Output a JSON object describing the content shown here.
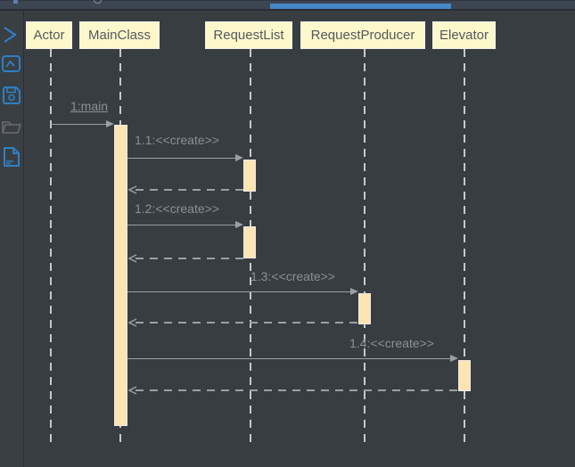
{
  "window": {
    "topbar": {
      "active_tab_indicator_color": "#4587c6"
    }
  },
  "sidebar": {
    "icon_color": "#2e80c4",
    "folder_icon_color": "#63686d",
    "icons": [
      {
        "name": "chevron-right-icon"
      },
      {
        "name": "export-image-icon"
      },
      {
        "name": "save-icon"
      },
      {
        "name": "folder-icon"
      },
      {
        "name": "export-xml-icon"
      }
    ]
  },
  "diagram": {
    "type": "uml-sequence",
    "participants": [
      {
        "name": "Actor"
      },
      {
        "name": "MainClass"
      },
      {
        "name": "RequestList"
      },
      {
        "name": "RequestProducer"
      },
      {
        "name": "Elevator"
      }
    ],
    "messages": [
      {
        "label": "1:main",
        "from": "Actor",
        "to": "MainClass",
        "kind": "call"
      },
      {
        "label": "1.1:<<create>>",
        "from": "MainClass",
        "to": "RequestList",
        "kind": "create"
      },
      {
        "label": "1.2:<<create>>",
        "from": "MainClass",
        "to": "RequestList",
        "kind": "create"
      },
      {
        "label": "1.3:<<create>>",
        "from": "MainClass",
        "to": "RequestProducer",
        "kind": "create"
      },
      {
        "label": "1.4:<<create>>",
        "from": "MainClass",
        "to": "Elevator",
        "kind": "create"
      }
    ],
    "returns": [
      {
        "from": "RequestList",
        "to": "MainClass"
      },
      {
        "from": "RequestList",
        "to": "MainClass"
      },
      {
        "from": "RequestProducer",
        "to": "MainClass"
      },
      {
        "from": "Elevator",
        "to": "MainClass"
      }
    ],
    "colors": {
      "background": "#383d42",
      "participant_fill": "#fcf8cb",
      "participant_border": "#f2f0ea",
      "activation_fill": "#fde4b3",
      "activation_border": "#ece9e3",
      "lifeline": "#c6c8ca",
      "message_line": "#9ba0a4",
      "message_text": "#8a9095"
    }
  }
}
